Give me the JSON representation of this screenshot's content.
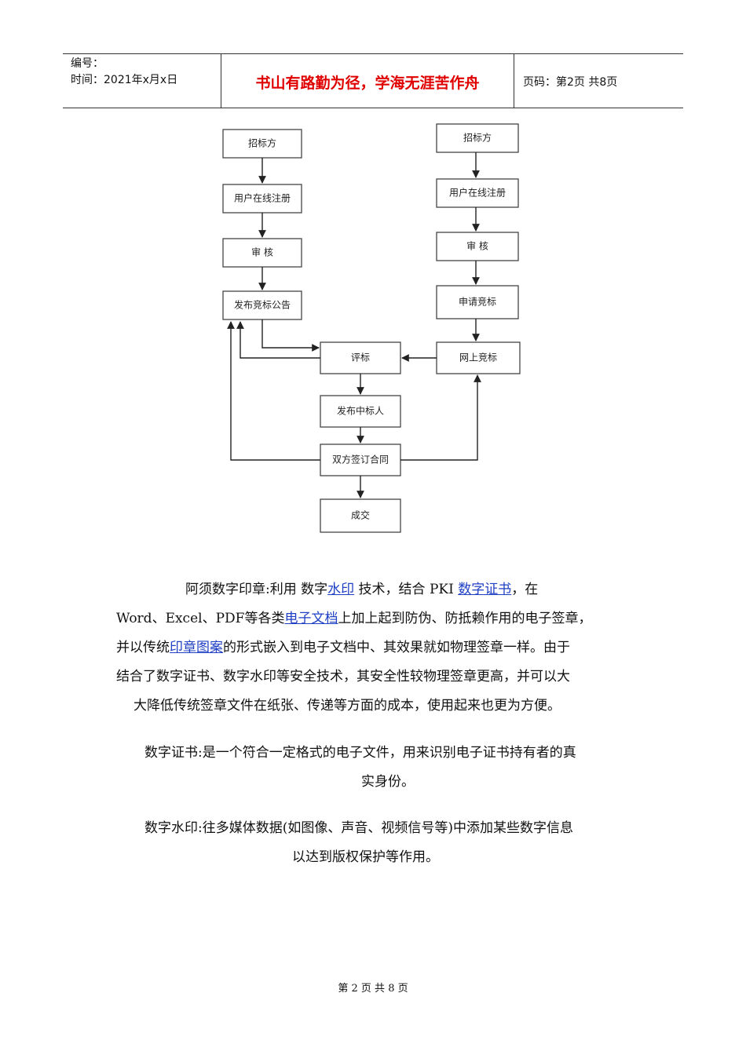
{
  "header": {
    "number_label": "编号：",
    "date_line": "时间：2021年x月x日",
    "motto": "书山有路勤为径，学海无涯苦作舟",
    "page_info": "页码：第2页  共8页"
  },
  "flowchart": {
    "left": [
      "招标方",
      "用户在线注册",
      "审    核",
      "发布竞标公告"
    ],
    "right": [
      "招标方",
      "用户在线注册",
      "审    核",
      "申请竞标",
      "网上竞标"
    ],
    "center": [
      "评标",
      "发布中标人",
      "双方签订合同",
      "成交"
    ]
  },
  "content": {
    "p1_line1": {
      "a": "阿须数字印章:利用 数字",
      "link1": "水印",
      "b": " 技术，结合 PKI ",
      "link2": "数字证书",
      "c": "，在"
    },
    "p1_line2": {
      "a": "Word、Excel、PDF等各类",
      "link": "电子文档",
      "b": "上加上起到防伪、防抵赖作用的电子签章，"
    },
    "p1_line3": {
      "a": "并以传统",
      "link": "印章图案",
      "b": "的形式嵌入到电子文档中、其效果就如物理签章一样。由于"
    },
    "p1_line4": "结合了数字证书、数字水印等安全技术，其安全性较物理签章更高，并可以大",
    "p1_line5": "大降低传统签章文件在纸张、传递等方面的成本，使用起来也更为方便。",
    "p2_line1": "数字证书:是一个符合一定格式的电子文件，用来识别电子证书持有者的真",
    "p2_line2": "实身份。",
    "p3_line1": "数字水印:往多媒体数据(如图像、声音、视频信号等)中添加某些数字信息",
    "p3_line2": "以达到版权保护等作用。"
  },
  "footer": "第 2 页 共 8 页"
}
